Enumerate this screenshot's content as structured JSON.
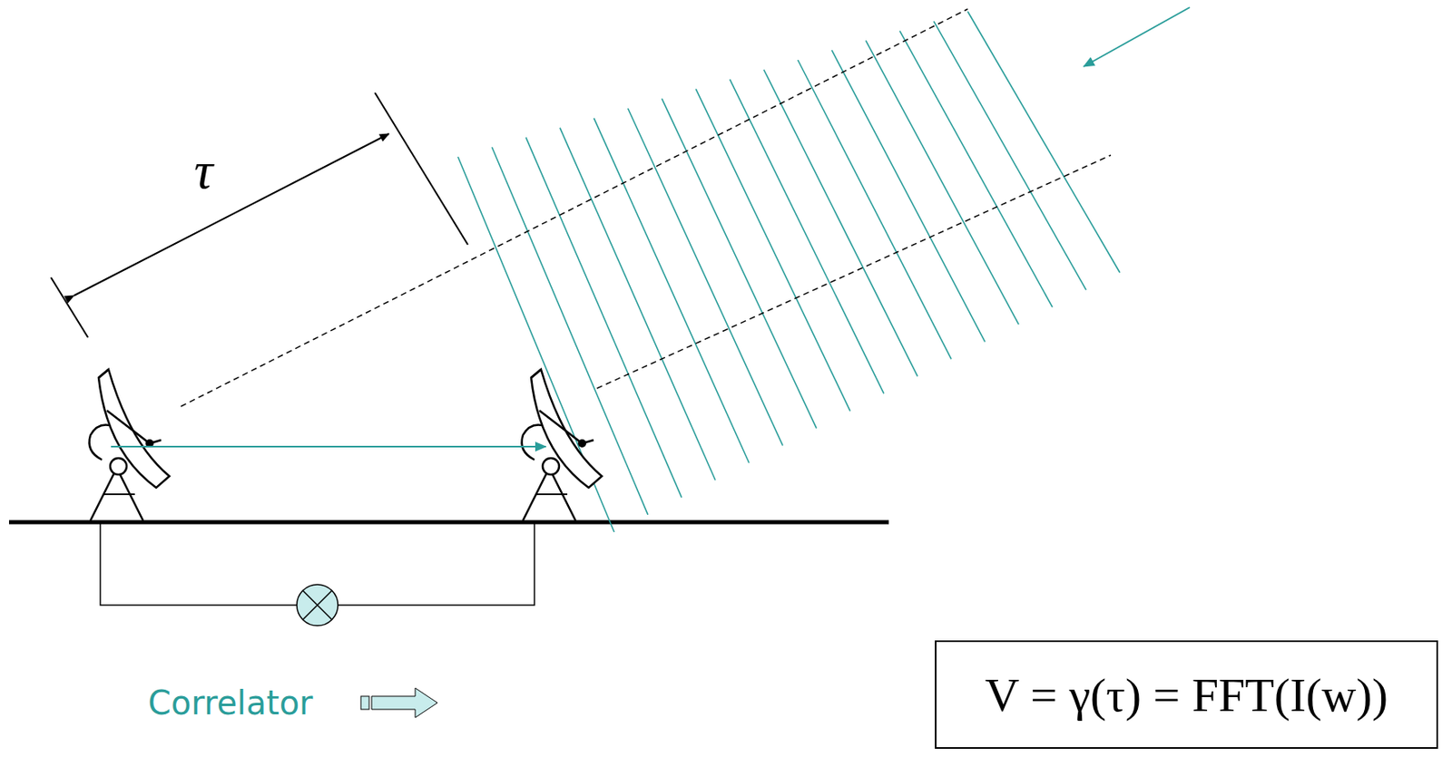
{
  "diagram": {
    "nodes": [
      {
        "text": [
          "V = γ(τ) = FFT(I(w))"
        ]
      }
    ],
    "labels": [
      "τ",
      "Correlator"
    ]
  }
}
